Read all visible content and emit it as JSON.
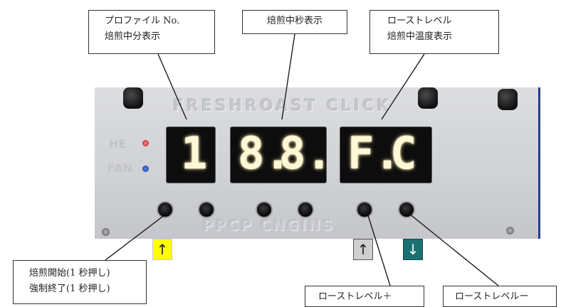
{
  "callouts": {
    "profile_line1": "プロファイル No.",
    "profile_line2": "焙煎中分表示",
    "seconds": "焙煎中秒表示",
    "roast_line1": "ローストレベル",
    "roast_line2": "焙煎中温度表示",
    "start_line1": "焙煎開始(1 秒押し)",
    "start_line2": "強制終了(1 秒押し)",
    "level_plus": "ローストレベル＋",
    "level_minus": "ローストレベルー"
  },
  "panel": {
    "logo_top": "FRESHROAST CLICK",
    "logo_bottom": "PPCP CNGINS",
    "led_labels": [
      "HE",
      "FAN"
    ]
  },
  "displays": {
    "left": [
      "1"
    ],
    "middle": [
      "8.",
      "8."
    ],
    "right": [
      "F.",
      "C"
    ]
  },
  "arrows": {
    "start": "↑",
    "up": "↑",
    "down": "↓"
  },
  "colors": {
    "start_arrow_bg": "#ffff00",
    "up_arrow_bg": "#cfcfcf",
    "down_arrow_bg": "#1b7070"
  }
}
